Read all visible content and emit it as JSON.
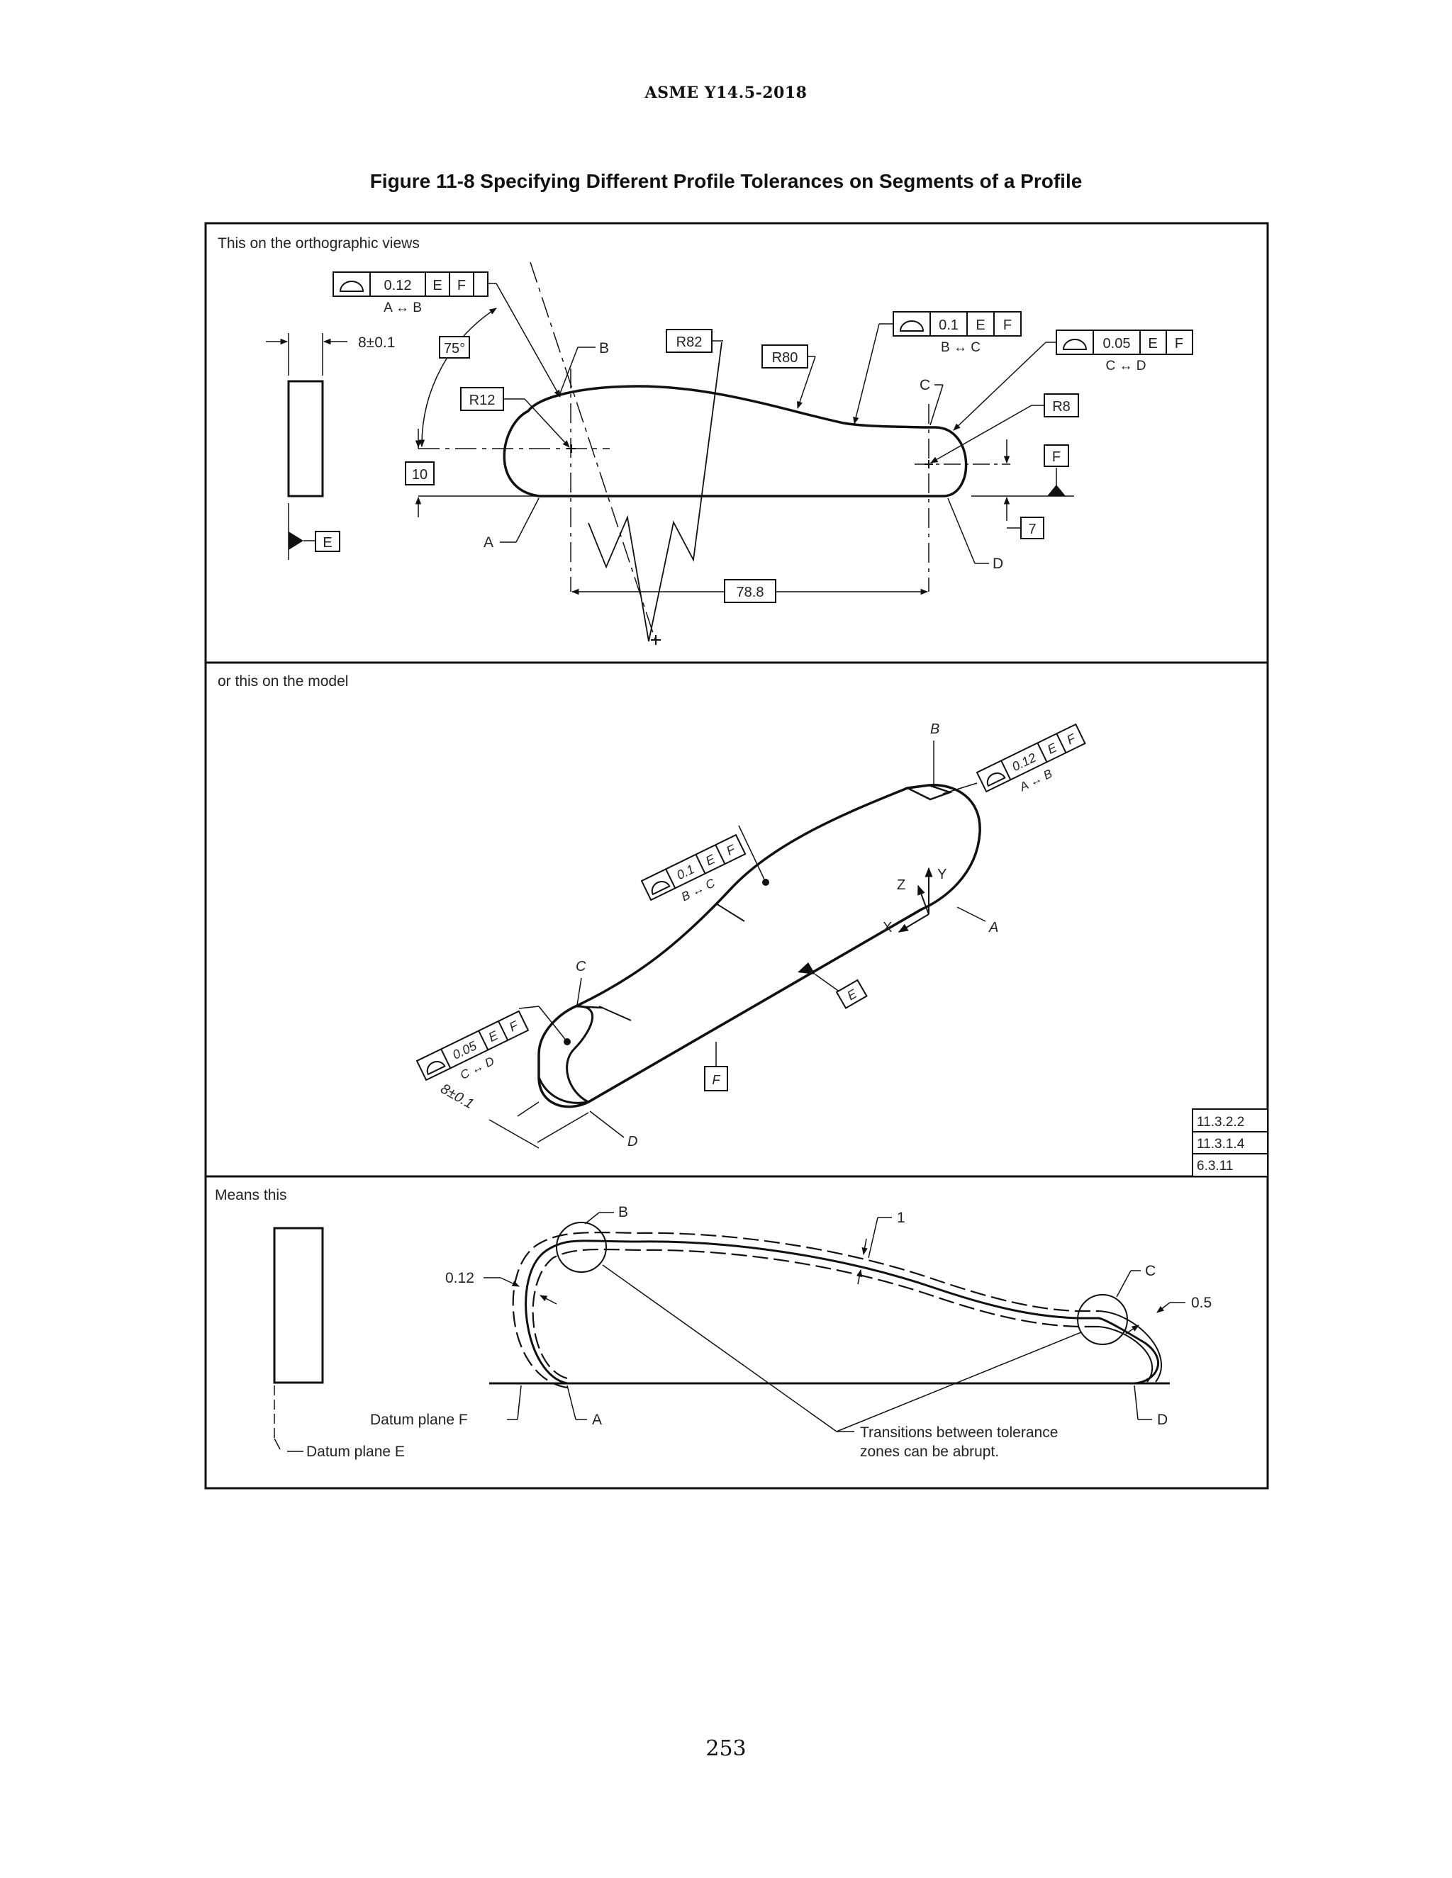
{
  "header": {
    "standard": "ASME Y14.5-2018"
  },
  "figure": {
    "title": "Figure 11-8 Specifying Different Profile Tolerances on Segments of a Profile"
  },
  "panel_top": {
    "caption": "This on the orthographic views",
    "fcf_ab": {
      "tol": "0.12",
      "d1": "E",
      "d2": "F",
      "between": "A ↔ B"
    },
    "fcf_bc": {
      "tol": "0.1",
      "d1": "E",
      "d2": "F",
      "between": "B ↔ C"
    },
    "fcf_cd": {
      "tol": "0.05",
      "d1": "E",
      "d2": "F",
      "between": "C ↔ D"
    },
    "thickness": "8±0.1",
    "angle": "75°",
    "radii": {
      "r12": "R12",
      "r82": "R82",
      "r80": "R80",
      "r8": "R8"
    },
    "dims": {
      "height": "10",
      "right_height": "7",
      "length": "78.8"
    },
    "datums": {
      "e": "E",
      "f": "F"
    },
    "points": {
      "a": "A",
      "b": "B",
      "c": "C",
      "d": "D"
    }
  },
  "panel_mid": {
    "caption": "or this on the model",
    "fcf_ab": {
      "tol": "0.12",
      "d1": "E",
      "d2": "F",
      "between": "A ↔ B"
    },
    "fcf_bc": {
      "tol": "0.1",
      "d1": "E",
      "d2": "F",
      "between": "B ↔ C"
    },
    "fcf_cd": {
      "tol": "0.05",
      "d1": "E",
      "d2": "F",
      "between": "C ↔ D"
    },
    "thickness": "8±0.1",
    "axes": {
      "x": "X",
      "y": "Y",
      "z": "Z"
    },
    "datums": {
      "e": "E",
      "f": "F"
    },
    "points": {
      "a": "A",
      "b": "B",
      "c": "C",
      "d": "D"
    },
    "references": [
      "11.3.2.2",
      "11.3.1.4",
      "6.3.11"
    ]
  },
  "panel_bot": {
    "caption": "Means this",
    "tol_left": "0.12",
    "tol_right": "0.5",
    "zone_label": "1",
    "datum_f": "Datum plane F",
    "datum_e": "Datum plane E",
    "note_line1": "Transitions between tolerance",
    "note_line2": "zones can be abrupt.",
    "points": {
      "a": "A",
      "b": "B",
      "c": "C",
      "d": "D"
    }
  },
  "page_number": "253"
}
